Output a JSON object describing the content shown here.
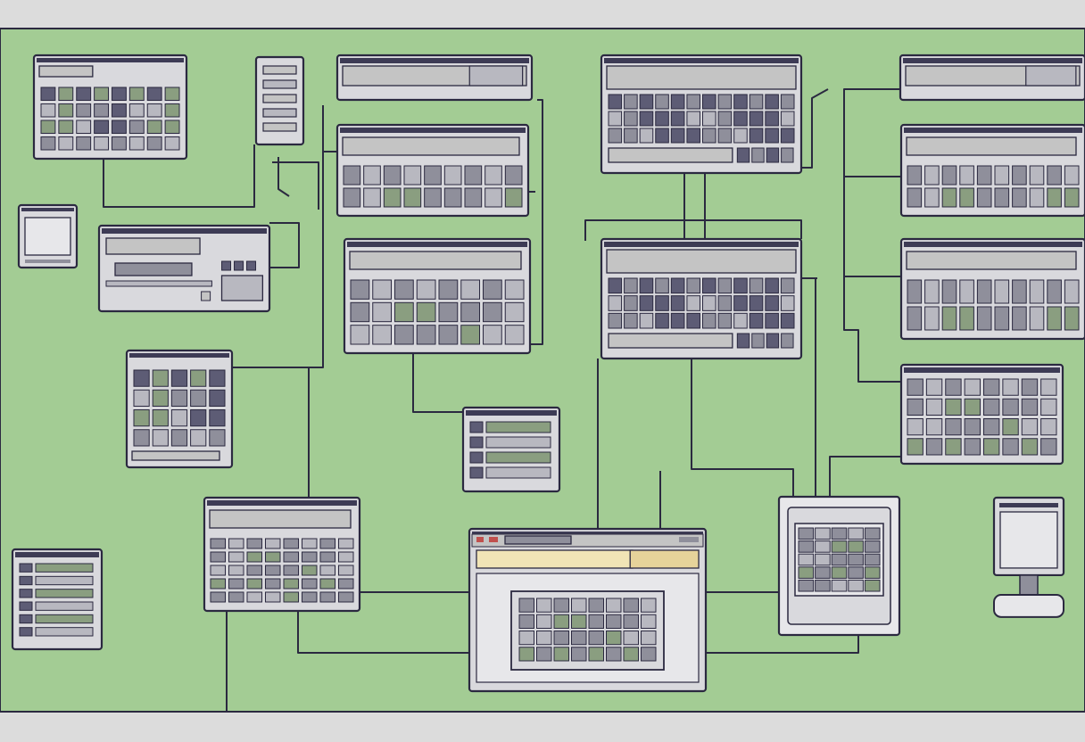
{
  "colors": {
    "outer": "#dcdcdc",
    "board": "#a3cc94",
    "ink": "#2b2940",
    "frame": "#d9d9dd",
    "panel": "#c4c4c4",
    "bar": "#3d3b55",
    "cell_dark": "#5d5c75",
    "cell_mid": "#8f8f9b",
    "cell_light": "#b8b8c0",
    "cell_green": "#8a9e80",
    "screen_light": "#e7e7ea",
    "field_yellow": "#f1e4b6",
    "field_yellow_dark": "#e6d39a",
    "accent_red": "#c0504d"
  },
  "widgets": [
    {
      "name": "window-keypad-top-left",
      "kind": "keypad-window"
    },
    {
      "name": "window-narrow-list",
      "kind": "narrow-window"
    },
    {
      "name": "window-small-monitor",
      "kind": "small-monitor"
    },
    {
      "name": "window-form-left",
      "kind": "form-window"
    },
    {
      "name": "window-keypad-left",
      "kind": "keypad-window"
    },
    {
      "name": "window-spreadsheet-bottom-left",
      "kind": "grid-window"
    },
    {
      "name": "window-list-far-left",
      "kind": "list-window"
    },
    {
      "name": "window-banner-top",
      "kind": "banner-window"
    },
    {
      "name": "window-grid-center-upper",
      "kind": "grid-window"
    },
    {
      "name": "window-grid-center",
      "kind": "grid-window"
    },
    {
      "name": "window-small-center",
      "kind": "list-window"
    },
    {
      "name": "window-keyboard-top",
      "kind": "keyboard-window"
    },
    {
      "name": "window-keyboard-center",
      "kind": "keyboard-window"
    },
    {
      "name": "window-main-bottom",
      "kind": "main-window"
    },
    {
      "name": "window-tablet-right",
      "kind": "tablet"
    },
    {
      "name": "window-banner-right",
      "kind": "banner-window"
    },
    {
      "name": "window-grid-right-1",
      "kind": "grid-window"
    },
    {
      "name": "window-grid-right-2",
      "kind": "grid-window"
    },
    {
      "name": "window-grid-right-3",
      "kind": "grid-window"
    },
    {
      "name": "monitor-stand-right",
      "kind": "monitor-stand"
    }
  ]
}
